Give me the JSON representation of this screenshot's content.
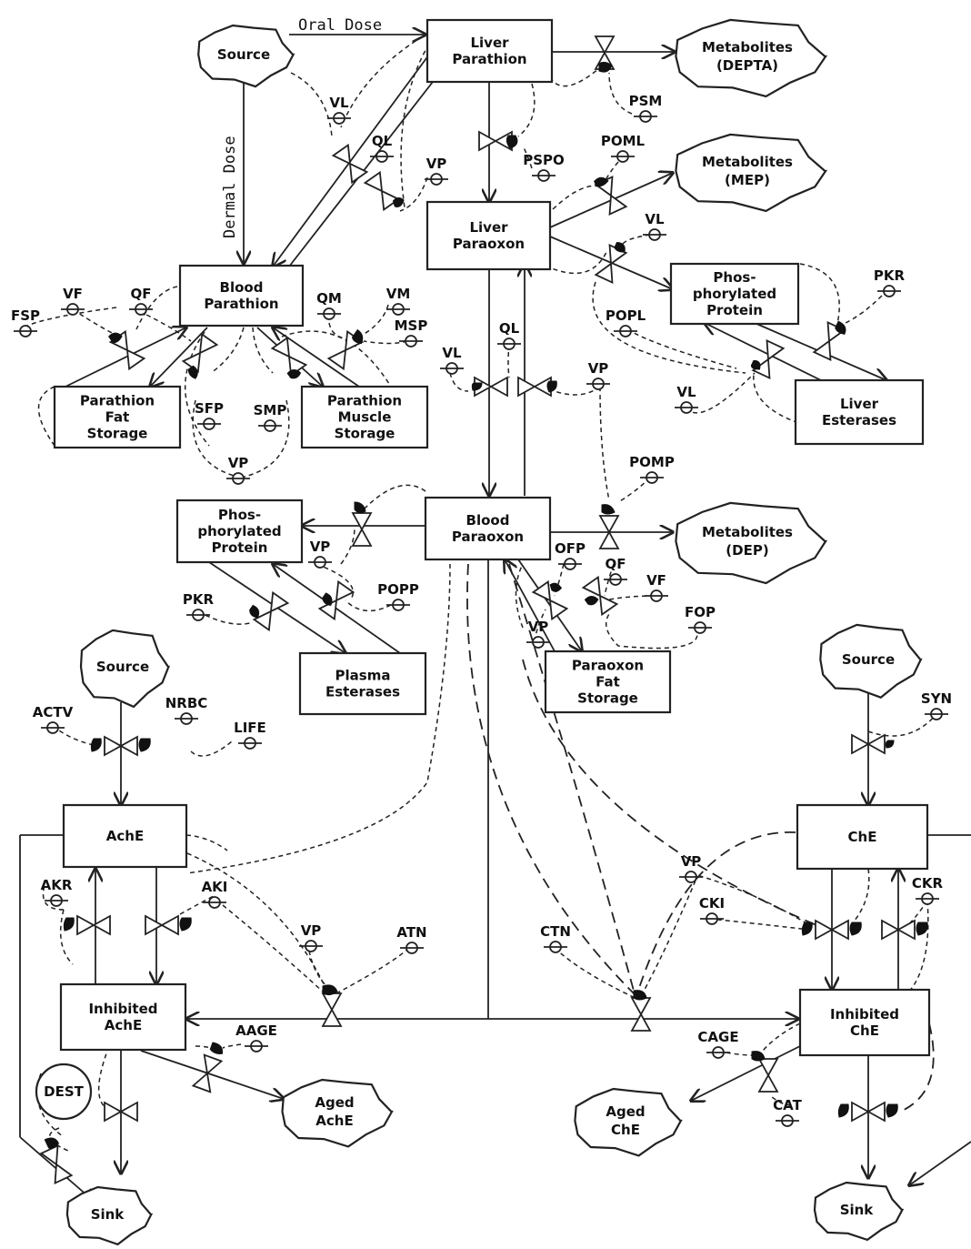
{
  "diagram": {
    "boxes": [
      {
        "id": "liver-parathion",
        "lines": [
          "Liver",
          "Parathion"
        ]
      },
      {
        "id": "liver-paraoxon",
        "lines": [
          "Liver",
          "Paraoxon"
        ]
      },
      {
        "id": "blood-parathion",
        "lines": [
          "Blood",
          "Parathion"
        ]
      },
      {
        "id": "phos-protein-liver",
        "lines": [
          "Phos-",
          "phorylated",
          "Protein"
        ]
      },
      {
        "id": "liver-esterases",
        "lines": [
          "Liver",
          "Esterases"
        ]
      },
      {
        "id": "parathion-fat",
        "lines": [
          "Parathion",
          "Fat",
          "Storage"
        ]
      },
      {
        "id": "parathion-muscle",
        "lines": [
          "Parathion",
          "Muscle",
          "Storage"
        ]
      },
      {
        "id": "phos-protein-blood",
        "lines": [
          "Phos-",
          "phorylated",
          "Protein"
        ]
      },
      {
        "id": "blood-paraoxon",
        "lines": [
          "Blood",
          "Paraoxon"
        ]
      },
      {
        "id": "plasma-esterases",
        "lines": [
          "Plasma",
          "Esterases"
        ]
      },
      {
        "id": "paraoxon-fat",
        "lines": [
          "Paraoxon",
          "Fat",
          "Storage"
        ]
      },
      {
        "id": "ache",
        "lines": [
          "AchE"
        ]
      },
      {
        "id": "inhibited-ache",
        "lines": [
          "Inhibited",
          "AchE"
        ]
      },
      {
        "id": "che",
        "lines": [
          "ChE"
        ]
      },
      {
        "id": "inhibited-che",
        "lines": [
          "Inhibited",
          "ChE"
        ]
      }
    ],
    "clouds": [
      {
        "id": "source-top",
        "lines": [
          "Source"
        ]
      },
      {
        "id": "metabolites-depta",
        "lines": [
          "Metabolites",
          "(DEPTA)"
        ]
      },
      {
        "id": "metabolites-mep",
        "lines": [
          "Metabolites",
          "(MEP)"
        ]
      },
      {
        "id": "metabolites-dep",
        "lines": [
          "Metabolites",
          "(DEP)"
        ]
      },
      {
        "id": "source-ache",
        "lines": [
          "Source"
        ]
      },
      {
        "id": "source-che",
        "lines": [
          "Source"
        ]
      },
      {
        "id": "aged-ache",
        "lines": [
          "Aged",
          "AchE"
        ]
      },
      {
        "id": "aged-che",
        "lines": [
          "Aged",
          "ChE"
        ]
      },
      {
        "id": "sink-left",
        "lines": [
          "Sink"
        ]
      },
      {
        "id": "sink-right",
        "lines": [
          "Sink"
        ]
      },
      {
        "id": "dest",
        "lines": [
          "DEST"
        ]
      }
    ],
    "flow_labels": {
      "oral": "Oral Dose",
      "dermal": "Dermal Dose"
    },
    "converters": [
      "PSM",
      "VL",
      "QL",
      "VP",
      "PSPO",
      "POML",
      "VL",
      "PKR",
      "FSP",
      "VF",
      "QF",
      "QM",
      "VM",
      "MSP",
      "POPL",
      "QL",
      "VL",
      "VP",
      "VL",
      "SFP",
      "SMP",
      "VP",
      "POMP",
      "VP",
      "PKR",
      "POPP",
      "OFP",
      "QF",
      "VF",
      "FOP",
      "VP",
      "ACTV",
      "NRBC",
      "LIFE",
      "SYN",
      "AKR",
      "AKI",
      "VP",
      "ATN",
      "CTN",
      "VP",
      "CKI",
      "CKR",
      "AAGE",
      "CAGE",
      "CAT"
    ]
  }
}
